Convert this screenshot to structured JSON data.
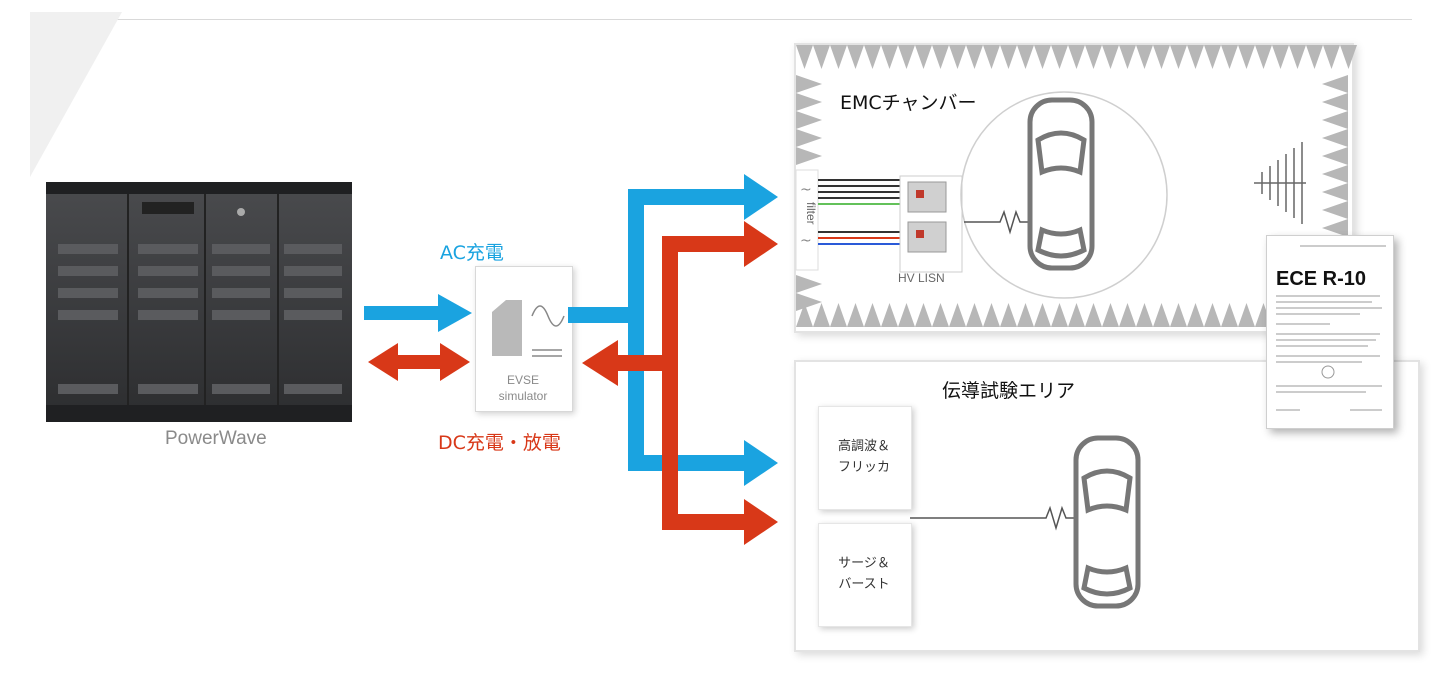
{
  "powerwave": {
    "label": "PowerWave"
  },
  "charging": {
    "ac_label": "AC充電",
    "dc_label": "DC充電・放電"
  },
  "evse": {
    "label": "EVSE\nsimulator"
  },
  "emc_chamber": {
    "title": "EMCチャンバー",
    "filter_label": "filter",
    "hv_lisn_label": "HV LISN"
  },
  "conducted_area": {
    "title": "伝導試験エリア",
    "box1": "高調波＆\nフリッカ",
    "box2": "サージ＆\nバースト"
  },
  "document": {
    "title": "ECE R-10"
  },
  "colors": {
    "ac": "#1aa3e0",
    "dc": "#d83818",
    "cabinet": "#3a3b3d"
  }
}
